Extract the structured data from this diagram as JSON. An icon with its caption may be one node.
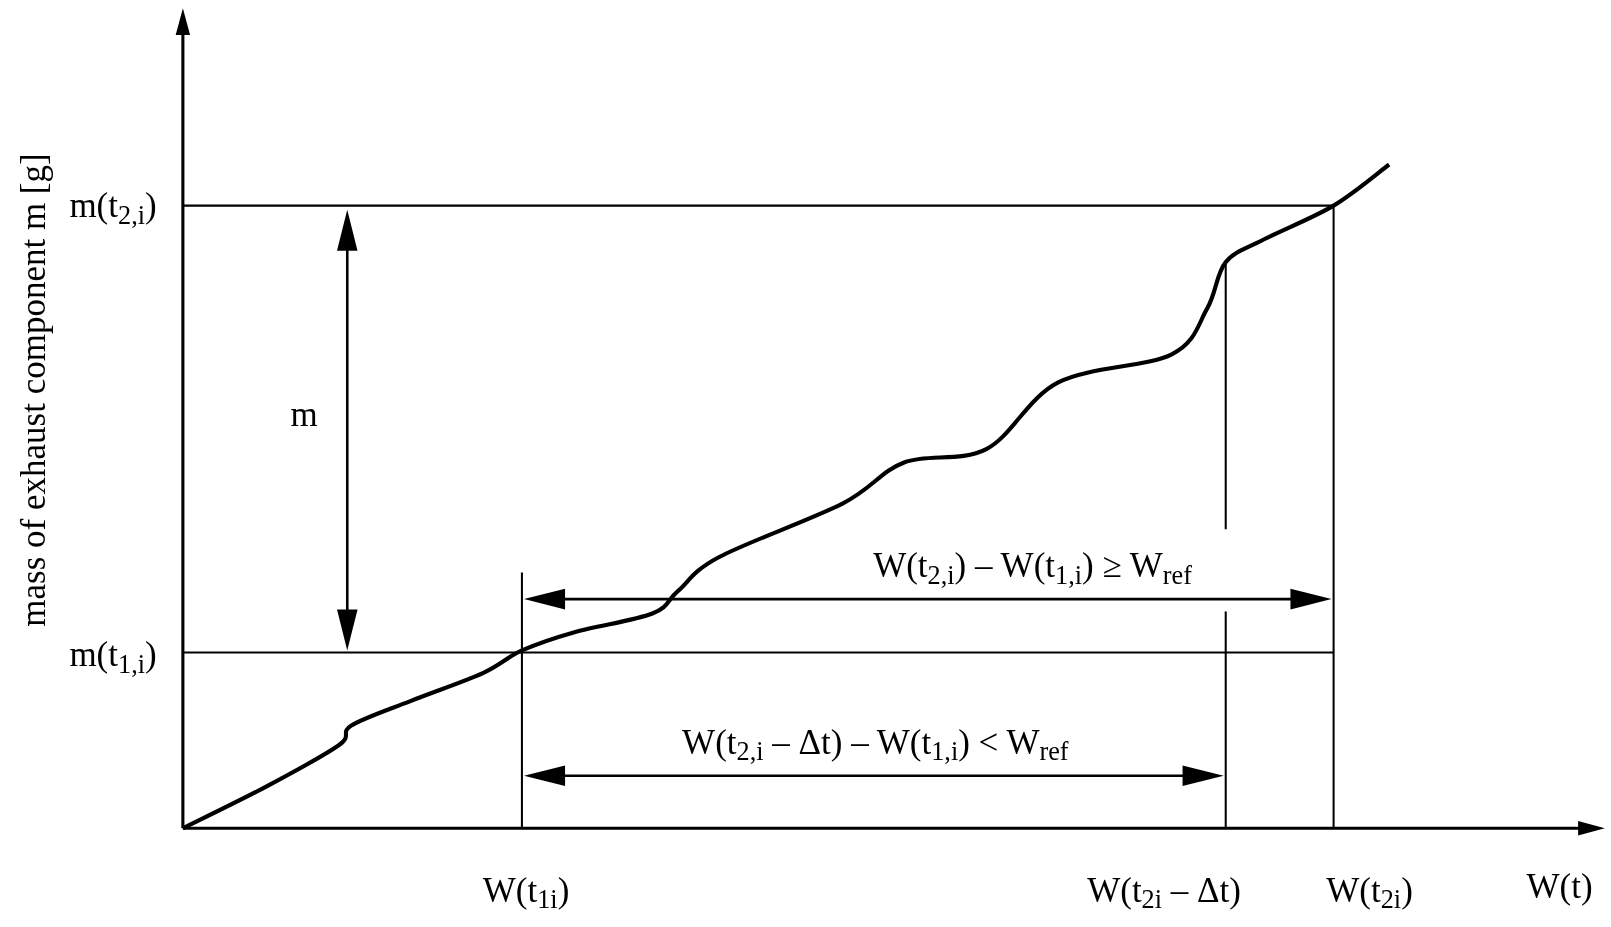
{
  "diagram": {
    "labels": [
      "mass of exhaust component m [g]",
      "m(t$_{2,i}$)",
      "m(t$_{1,i}$)",
      "m",
      "W(t$_{2,i}$) – W(t$_{1,i}$) ≥ W$_{ref}$",
      "W(t$_{2,i}$ – Δt) – W(t$_{1,i}$) < W$_{ref}$",
      "W(t$_{1i}$)",
      "W(t$_{2i}$ – Δt)",
      "W(t$_{2i}$)",
      "W(t)"
    ]
  }
}
